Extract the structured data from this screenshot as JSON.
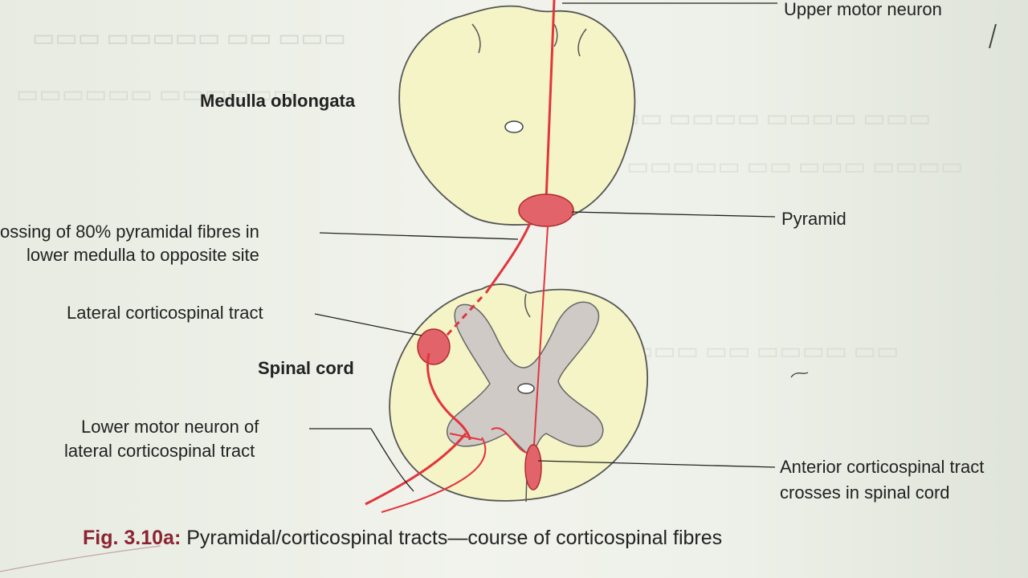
{
  "labels": {
    "upper_motor_neuron": "Upper motor neuron",
    "medulla_oblongata": "Medulla oblongata",
    "pyramid": "Pyramid",
    "crossing_line1": "ossing of 80% pyramidal fibres in",
    "crossing_line2": "lower medulla to opposite site",
    "lateral_tract": "Lateral corticospinal tract",
    "spinal_cord": "Spinal cord",
    "lower_motor_line1": "Lower motor neuron of",
    "lower_motor_line2": "lateral corticospinal tract",
    "anterior_line1": "Anterior corticospinal tract",
    "anterior_line2": "crosses in spinal cord"
  },
  "caption": {
    "number": "Fig. 3.10a:",
    "text": "Pyramidal/corticospinal tracts—course of corticospinal fibres"
  },
  "colors": {
    "tissue": "#f4f4c6",
    "grey_matter": "#cfcac6",
    "tract": "#e2353c",
    "tract_fill": "#e2646a"
  }
}
